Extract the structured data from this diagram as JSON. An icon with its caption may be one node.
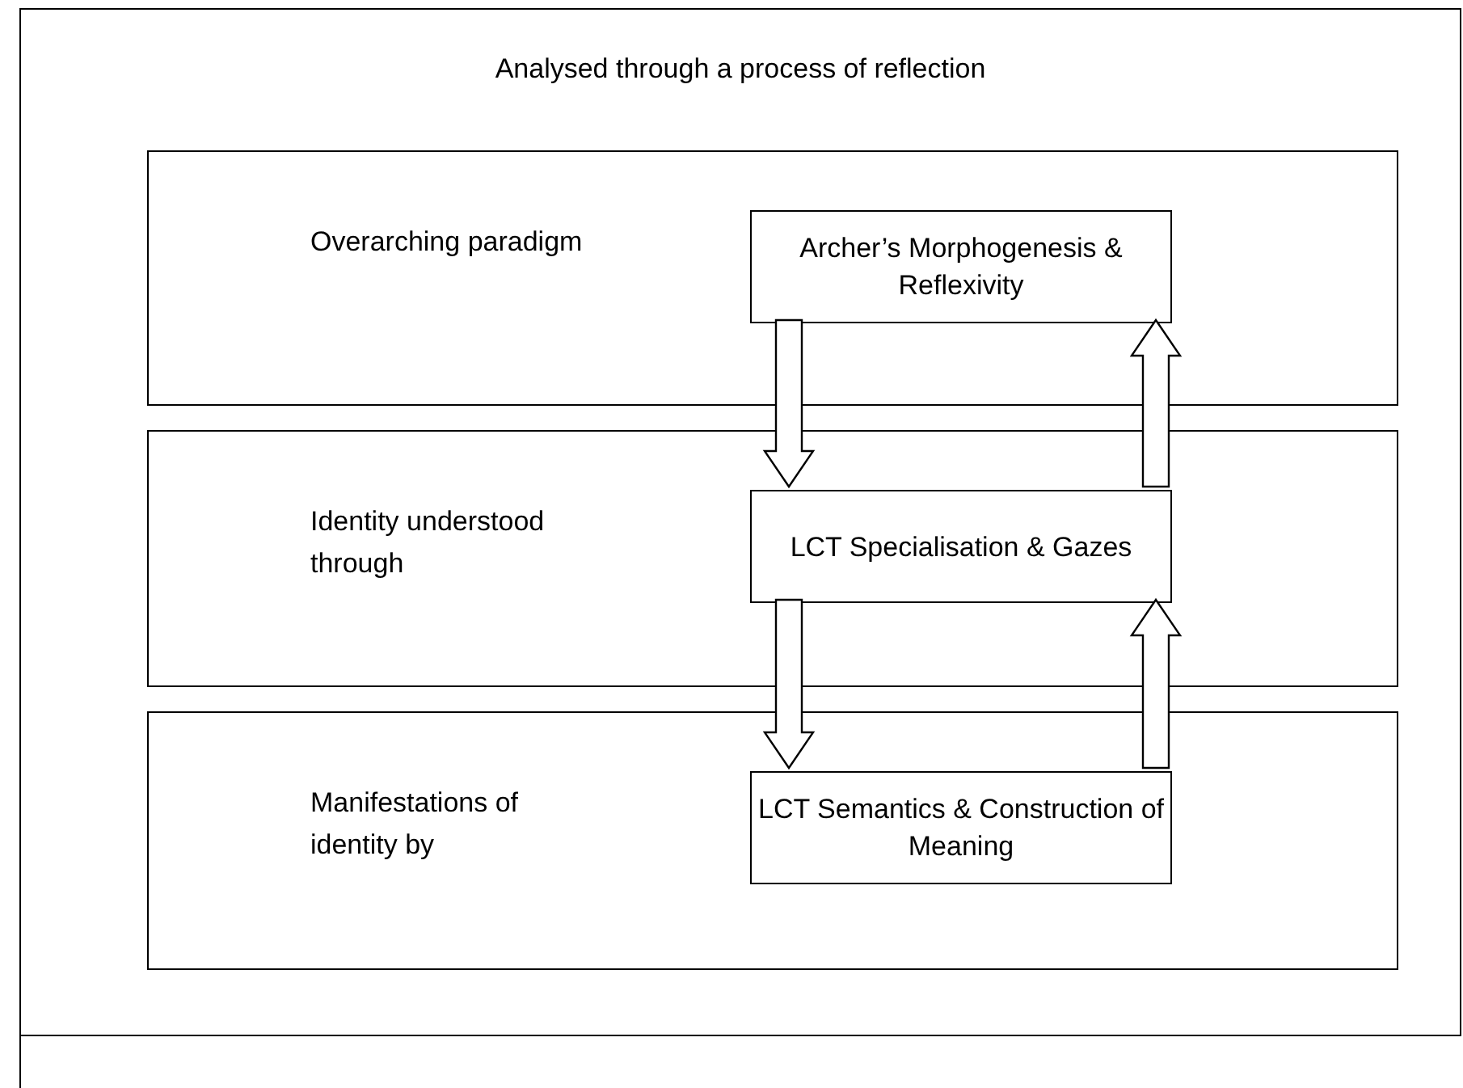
{
  "diagram": {
    "nodes": [
      {
        "text": [
          "Analysed through a process of reflection"
        ]
      },
      {
        "text": [
          "Overarching paradigm"
        ],
        "in": 0
      },
      {
        "text": [
          "Archer’s Morphogenesis & Reflexivity"
        ],
        "in": 1
      },
      {
        "text": [
          "Identity understood through"
        ],
        "in": 0
      },
      {
        "text": [
          "LCT Specialisation & Gazes"
        ],
        "in": 3
      },
      {
        "text": [
          "Manifestations of identity by"
        ],
        "in": 0
      },
      {
        "text": [
          "LCT Semantics & Construction of Meaning"
        ],
        "in": 5
      }
    ],
    "edges": [
      {
        "from": 2,
        "to": 4,
        "arrow": "to"
      },
      {
        "from": 4,
        "to": 2,
        "arrow": "to"
      },
      {
        "from": 4,
        "to": 6,
        "arrow": "to"
      },
      {
        "from": 6,
        "to": 4,
        "arrow": "to"
      }
    ]
  }
}
